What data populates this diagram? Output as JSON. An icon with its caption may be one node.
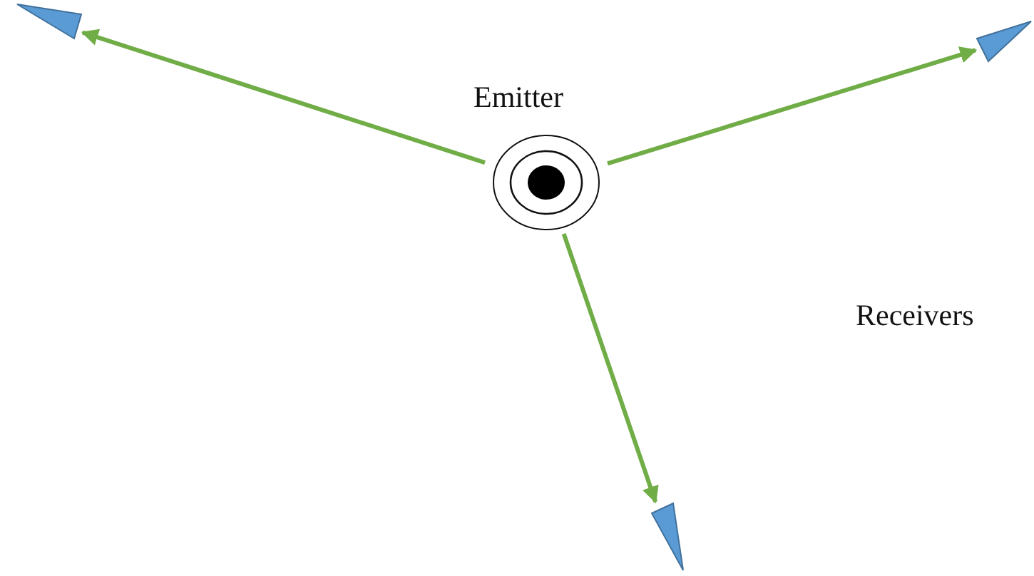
{
  "diagram": {
    "nodes": [
      {
        "text": [
          "Emitter"
        ]
      },
      {
        "text": [],
        "shape": "triangle"
      },
      {
        "text": [],
        "shape": "triangle"
      },
      {
        "text": [],
        "shape": "triangle"
      }
    ],
    "edges": [
      {
        "from": 0,
        "to": 1,
        "arrow": "to"
      },
      {
        "from": 0,
        "to": 2,
        "arrow": "to"
      },
      {
        "from": 0,
        "to": 3,
        "arrow": "to"
      }
    ],
    "labels": [
      "Receivers"
    ]
  }
}
